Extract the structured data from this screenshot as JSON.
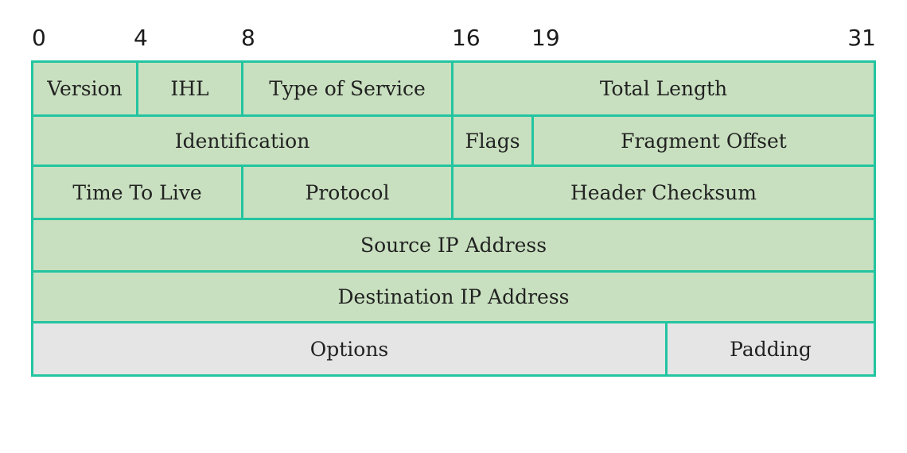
{
  "bit_positions": [
    "0",
    "4",
    "8",
    "16",
    "19",
    "31"
  ],
  "rows": [
    {
      "fields": [
        {
          "label": "Version",
          "name": "field-version"
        },
        {
          "label": "IHL",
          "name": "field-ihl"
        },
        {
          "label": "Type of Service",
          "name": "field-type-of-service"
        },
        {
          "label": "Total Length",
          "name": "field-total-length"
        }
      ]
    },
    {
      "fields": [
        {
          "label": "Identification",
          "name": "field-identification"
        },
        {
          "label": "Flags",
          "name": "field-flags"
        },
        {
          "label": "Fragment Offset",
          "name": "field-fragment-offset"
        }
      ]
    },
    {
      "fields": [
        {
          "label": "Time To Live",
          "name": "field-time-to-live"
        },
        {
          "label": "Protocol",
          "name": "field-protocol"
        },
        {
          "label": "Header Checksum",
          "name": "field-header-checksum"
        }
      ]
    },
    {
      "fields": [
        {
          "label": "Source IP Address",
          "name": "field-source-ip-address"
        }
      ]
    },
    {
      "fields": [
        {
          "label": "Destination IP Address",
          "name": "field-destination-ip-address"
        }
      ]
    },
    {
      "fields": [
        {
          "label": "Options",
          "name": "field-options"
        },
        {
          "label": "Padding",
          "name": "field-padding"
        }
      ]
    }
  ],
  "colors": {
    "border": "#23c4a0",
    "main_fill": "#c8e0bf",
    "option_fill": "#e5e5e5"
  }
}
